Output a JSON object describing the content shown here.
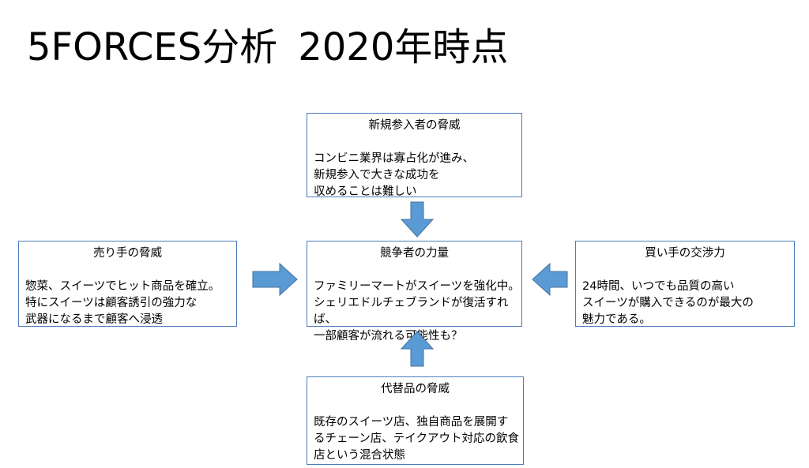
{
  "title": {
    "main": "5FORCES分析",
    "sub": "2020年時点"
  },
  "boxes": {
    "top": {
      "heading": "新規参入者の脅威",
      "body": "コンビニ業界は寡占化が進み、\n新規参入で大きな成功を\n収めることは難しい"
    },
    "center": {
      "heading": "競争者の力量",
      "body": "ファミリーマートがスイーツを強化中。\nシェリエドルチェブランドが復活すれば、\n一部顧客が流れる可能性も？"
    },
    "left": {
      "heading": "売り手の脅威",
      "body": "惣菜、スイーツでヒット商品を確立。\n特にスイーツは顧客誘引の強力な\n武器になるまで顧客へ浸透"
    },
    "right": {
      "heading": "買い手の交渉力",
      "body": "24時間、いつでも品質の高い\nスイーツが購入できるのが最大の\n魅力である。"
    },
    "bottom": {
      "heading": "代替品の脅威",
      "body": "既存のスイーツ店、独自商品を展開す\nるチェーン店、テイクアウト対応の飲食\n店という混合状態"
    }
  },
  "colors": {
    "arrow_fill": "#5b9bd5",
    "arrow_stroke": "#41719c",
    "box_border": "#4a7ebb"
  }
}
